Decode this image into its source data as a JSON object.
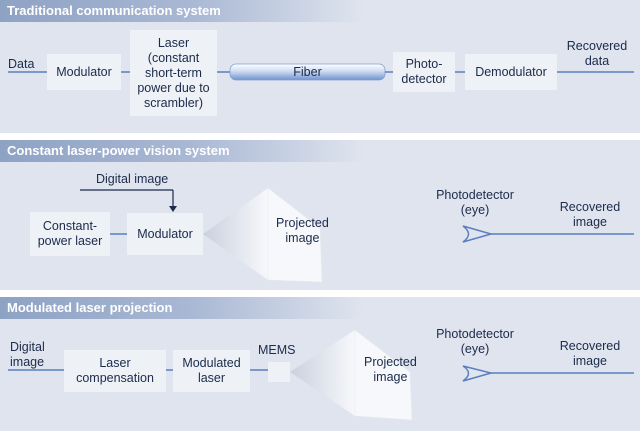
{
  "panel1": {
    "title": "Traditional communication system",
    "data_label": "Data",
    "modulator": "Modulator",
    "laser_lines": [
      "Laser",
      "(constant",
      "short-term",
      "power due to",
      "scrambler)"
    ],
    "fiber": "Fiber",
    "photodetector_lines": [
      "Photo-",
      "detector"
    ],
    "demodulator": "Demodulator",
    "recovered_lines": [
      "Recovered",
      "data"
    ]
  },
  "panel2": {
    "title": "Constant laser-power vision system",
    "digital_image": "Digital image",
    "laser_lines": [
      "Constant-",
      "power laser"
    ],
    "modulator": "Modulator",
    "projected_lines": [
      "Projected",
      "image"
    ],
    "photodetector_lines": [
      "Photodetector",
      "(eye)"
    ],
    "recovered_lines": [
      "Recovered",
      "image"
    ]
  },
  "panel3": {
    "title": "Modulated laser projection",
    "digital_lines": [
      "Digital",
      "image"
    ],
    "compensation_lines": [
      "Laser",
      "compensation"
    ],
    "modulated_lines": [
      "Modulated",
      "laser"
    ],
    "mems": "MEMS",
    "projected_lines": [
      "Projected",
      "image"
    ],
    "photodetector_lines": [
      "Photodetector",
      "(eye)"
    ],
    "recovered_lines": [
      "Recovered",
      "image"
    ]
  },
  "colors": {
    "panel_bg": "#dfe4ee",
    "box_bg": "#eef1f6",
    "connector": "#5a7fbf",
    "text": "#1b2b4a",
    "title_band": "#8ea2c4"
  }
}
